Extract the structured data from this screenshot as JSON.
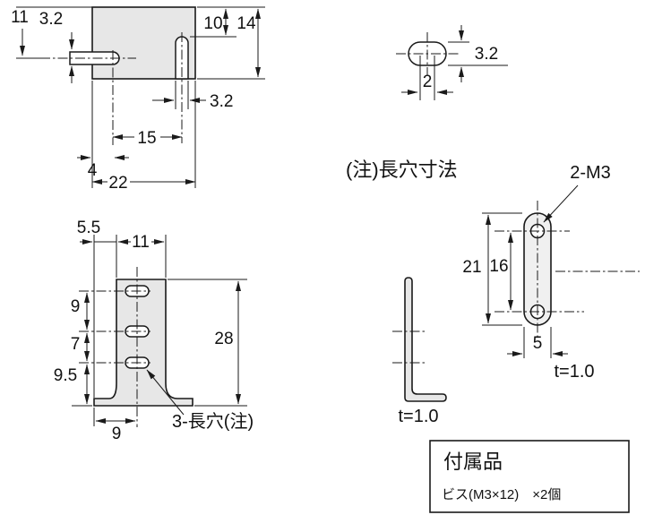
{
  "plan_view": {
    "dim_11": "11",
    "dim_3_2_left": "3.2",
    "dim_10": "10",
    "dim_14": "14",
    "dim_3_2_slot": "3.2",
    "dim_15": "15",
    "dim_4": "4",
    "dim_22": "22"
  },
  "slot_detail": {
    "dim_3_2": "3.2",
    "dim_2": "2",
    "note": "(注)長穴寸法"
  },
  "hole_plate": {
    "label_2m3": "2-M3",
    "dim_21": "21",
    "dim_16": "16",
    "dim_5": "5",
    "thickness": "t=1.0"
  },
  "front_view": {
    "dim_5_5": "5.5",
    "dim_11": "11",
    "dim_9_upper": "9",
    "dim_7": "7",
    "dim_9_5": "9.5",
    "dim_28": "28",
    "dim_9_bottom": "9",
    "slot_note": "3-長穴(注)"
  },
  "side_view": {
    "thickness": "t=1.0"
  },
  "accessories": {
    "title": "付属品",
    "item": "ビス(M3×12)　×2個"
  }
}
